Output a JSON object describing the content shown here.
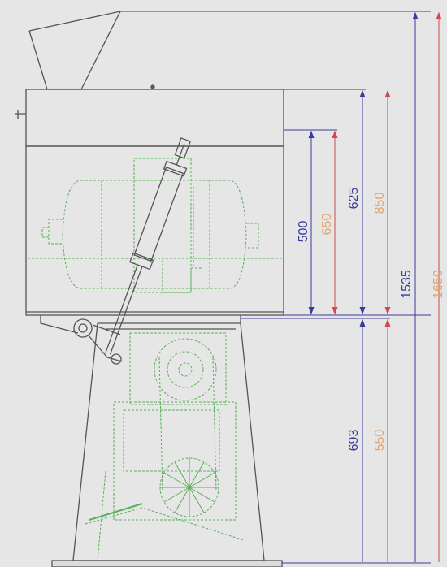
{
  "colors": {
    "background": "#e6e6e6",
    "outline": "#555555",
    "hidden_parts": "#58b058",
    "dimension_blue": "#3d3a9c",
    "dimension_red": "#d2484c",
    "dimension_orange": "#e3a56e"
  },
  "dimensions": {
    "d500": "500",
    "d650_upper": "650",
    "d625": "625",
    "d850": "850",
    "d1535": "1535",
    "d1650": "1650",
    "d693": "693",
    "d550": "550"
  }
}
